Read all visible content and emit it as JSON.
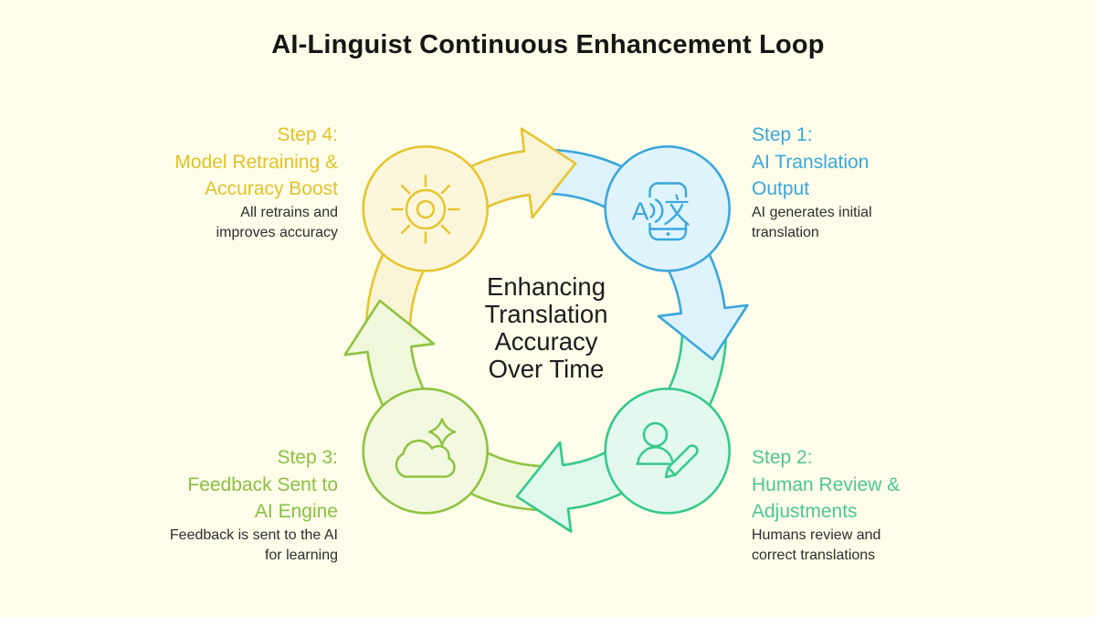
{
  "title": "AI-Linguist Continuous Enhancement Loop",
  "center": {
    "lines": [
      "Enhancing",
      "Translation",
      "Accuracy",
      "Over Time"
    ]
  },
  "steps": [
    {
      "id": "step-1",
      "heading_lines": [
        "Step 1:",
        "AI Translation",
        "Output"
      ],
      "body_lines": [
        "AI generates initial",
        "translation"
      ],
      "icon": "phone-translate-icon",
      "heading_color": "#3BA7DC"
    },
    {
      "id": "step-2",
      "heading_lines": [
        "Step 2:",
        "Human Review &",
        "Adjustments"
      ],
      "body_lines": [
        "Humans review and",
        "correct translations"
      ],
      "icon": "person-edit-icon",
      "heading_color": "#4EC795"
    },
    {
      "id": "step-3",
      "heading_lines": [
        "Step 3:",
        "Feedback Sent to",
        "AI Engine"
      ],
      "body_lines": [
        "Feedback is sent to the AI",
        "for learning"
      ],
      "icon": "cloud-sparkle-icon",
      "heading_color": "#8CBE45"
    },
    {
      "id": "step-4",
      "heading_lines": [
        "Step 4:",
        "Model Retraining &",
        "Accuracy Boost"
      ],
      "body_lines": [
        "All retrains and",
        "improves accuracy"
      ],
      "icon": "sun-icon",
      "heading_color": "#E0C32B"
    }
  ],
  "icons": {
    "phone_letter": "A"
  },
  "colors": {
    "background": "#FDFDE9",
    "step1-color": "#3BA7DC",
    "step2-color": "#4EC795",
    "step3-color": "#8CBE45",
    "step4-color": "#E0C32B",
    "blue-stroke": "#3BA7DC",
    "teal-stroke": "#35C98B",
    "olive-stroke": "#8FC23F",
    "yellow-stroke": "#E6C52E",
    "body-text": "#2E2E2E",
    "title-text": "#161616"
  }
}
